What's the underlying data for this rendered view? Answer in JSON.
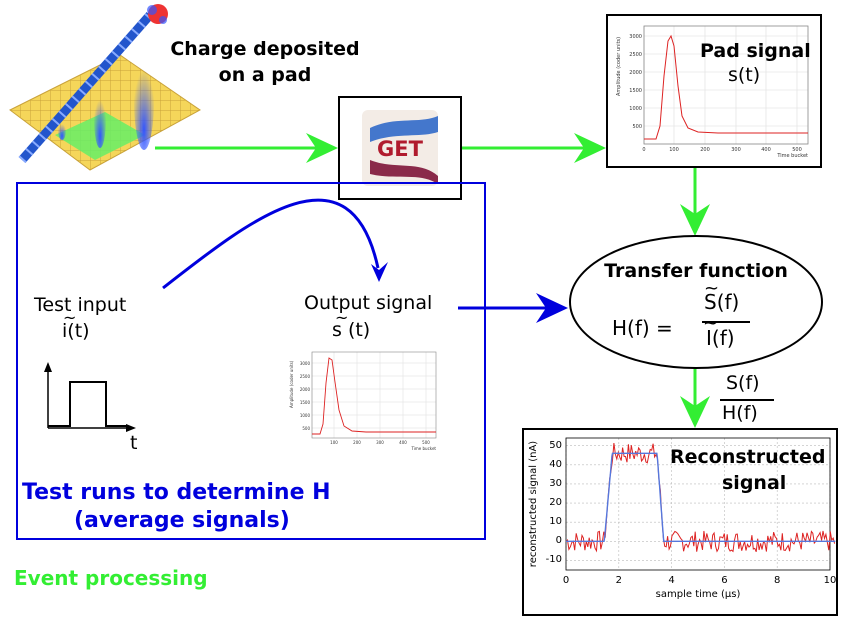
{
  "charge": {
    "line1": "Charge deposited",
    "line2": "on a pad"
  },
  "get_logo": {
    "text": "GET"
  },
  "pad_signal": {
    "title": "Pad signal",
    "formula": "s(t)",
    "ylabel": "Amplitude (coder units)",
    "xlabel": "Time bucket",
    "yticks": [
      "500",
      "1000",
      "1500",
      "2000",
      "2500",
      "3000"
    ],
    "xticks": [
      "100",
      "200",
      "300",
      "400",
      "500"
    ],
    "origin": "0"
  },
  "transfer": {
    "title": "Transfer function",
    "lhs": "H(f) =",
    "num": "S(f)",
    "den": "I(f)",
    "tilde": "~"
  },
  "ratio": {
    "num": "S(f)",
    "den": "H(f)"
  },
  "test_box": {
    "input_label": "Test input",
    "input_formula": "i(t)",
    "tilde": "~",
    "axis_t": "t",
    "output_label": "Output signal",
    "output_formula": "s (t)",
    "mini_ylabel": "Amplitude (coder units)",
    "mini_xlabel": "Time bucket",
    "mini_yticks": [
      "500",
      "1000",
      "1500",
      "2000",
      "2500",
      "3000"
    ],
    "mini_xticks": [
      "100",
      "200",
      "300",
      "400",
      "500"
    ],
    "caption1": "Test runs to determine H",
    "caption2": "(average signals)"
  },
  "event_processing": "Event processing",
  "reconstructed": {
    "title1": "Reconstructed",
    "title2": "signal",
    "ylabel": "reconstructed signal (nA)",
    "xlabel": "sample time (µs)",
    "yticks": [
      "50",
      "40",
      "30",
      "20",
      "10",
      "0",
      "-10"
    ],
    "xticks": [
      "0",
      "2",
      "4",
      "6",
      "8",
      "10"
    ]
  },
  "colors": {
    "green": "#33ee33",
    "blue": "#0000dd",
    "trace_red": "#dd2222",
    "fit_blue": "#5577dd",
    "grid": "#bbbbbb"
  }
}
